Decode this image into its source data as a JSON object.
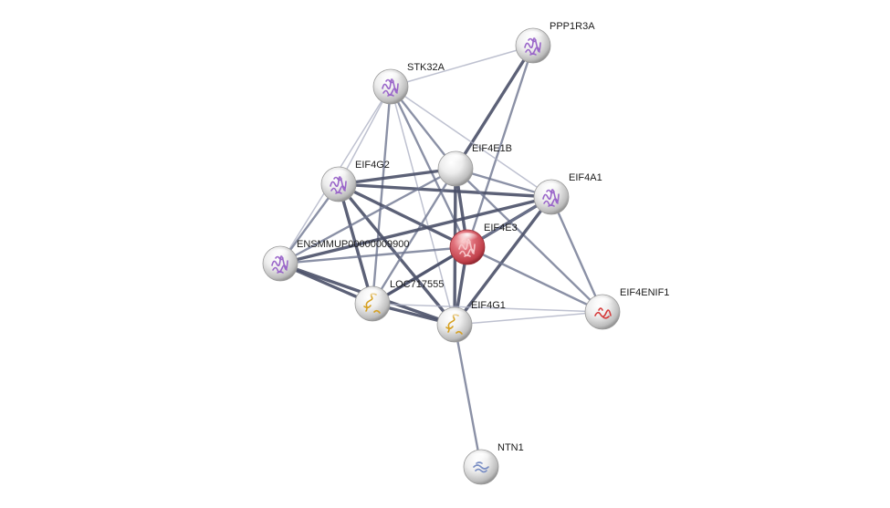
{
  "network": {
    "nodes": [
      {
        "id": "PPP1R3A",
        "label": "PPP1R3A",
        "style": "structure-purple"
      },
      {
        "id": "STK32A",
        "label": "STK32A",
        "style": "structure-purple"
      },
      {
        "id": "EIF4E1B",
        "label": "EIF4E1B",
        "style": "plain"
      },
      {
        "id": "EIF4G2",
        "label": "EIF4G2",
        "style": "structure-purple"
      },
      {
        "id": "EIF4A1",
        "label": "EIF4A1",
        "style": "structure-purple"
      },
      {
        "id": "EIF4E3",
        "label": "EIF4E3",
        "style": "query-red"
      },
      {
        "id": "ENSMMUP00000009900",
        "label": "ENSMMUP00000009900",
        "style": "structure-purple"
      },
      {
        "id": "LOC717555",
        "label": "LOC717555",
        "style": "structure-yellow"
      },
      {
        "id": "EIF4G1",
        "label": "EIF4G1",
        "style": "structure-yellow"
      },
      {
        "id": "EIF4ENIF1",
        "label": "EIF4ENIF1",
        "style": "structure-red"
      },
      {
        "id": "NTN1",
        "label": "NTN1",
        "style": "structure-blue"
      }
    ],
    "edges": [
      {
        "source": "PPP1R3A",
        "target": "STK32A",
        "weight": 1
      },
      {
        "source": "PPP1R3A",
        "target": "EIF4E1B",
        "weight": 3
      },
      {
        "source": "PPP1R3A",
        "target": "EIF4E3",
        "weight": 2
      },
      {
        "source": "STK32A",
        "target": "EIF4G2",
        "weight": 1
      },
      {
        "source": "STK32A",
        "target": "ENSMMUP00000009900",
        "weight": 1
      },
      {
        "source": "STK32A",
        "target": "EIF4E1B",
        "weight": 2
      },
      {
        "source": "STK32A",
        "target": "EIF4A1",
        "weight": 1
      },
      {
        "source": "STK32A",
        "target": "EIF4E3",
        "weight": 2
      },
      {
        "source": "STK32A",
        "target": "LOC717555",
        "weight": 2
      },
      {
        "source": "STK32A",
        "target": "EIF4G1",
        "weight": 1
      },
      {
        "source": "EIF4G2",
        "target": "EIF4E1B",
        "weight": 3
      },
      {
        "source": "EIF4G2",
        "target": "EIF4A1",
        "weight": 3
      },
      {
        "source": "EIF4G2",
        "target": "EIF4E3",
        "weight": 3
      },
      {
        "source": "EIF4G2",
        "target": "ENSMMUP00000009900",
        "weight": 2
      },
      {
        "source": "EIF4G2",
        "target": "LOC717555",
        "weight": 3
      },
      {
        "source": "EIF4G2",
        "target": "EIF4G1",
        "weight": 3
      },
      {
        "source": "EIF4E1B",
        "target": "EIF4A1",
        "weight": 2
      },
      {
        "source": "EIF4E1B",
        "target": "EIF4E3",
        "weight": 3
      },
      {
        "source": "EIF4E1B",
        "target": "ENSMMUP00000009900",
        "weight": 2
      },
      {
        "source": "EIF4E1B",
        "target": "LOC717555",
        "weight": 2
      },
      {
        "source": "EIF4E1B",
        "target": "EIF4G1",
        "weight": 3
      },
      {
        "source": "EIF4E1B",
        "target": "EIF4ENIF1",
        "weight": 2
      },
      {
        "source": "EIF4A1",
        "target": "EIF4E3",
        "weight": 3
      },
      {
        "source": "EIF4A1",
        "target": "ENSMMUP00000009900",
        "weight": 3
      },
      {
        "source": "EIF4A1",
        "target": "EIF4G1",
        "weight": 3
      },
      {
        "source": "EIF4A1",
        "target": "LOC717555",
        "weight": 2
      },
      {
        "source": "EIF4A1",
        "target": "EIF4ENIF1",
        "weight": 2
      },
      {
        "source": "EIF4E3",
        "target": "ENSMMUP00000009900",
        "weight": 2
      },
      {
        "source": "EIF4E3",
        "target": "LOC717555",
        "weight": 3
      },
      {
        "source": "EIF4E3",
        "target": "EIF4G1",
        "weight": 3
      },
      {
        "source": "EIF4E3",
        "target": "EIF4ENIF1",
        "weight": 2
      },
      {
        "source": "ENSMMUP00000009900",
        "target": "LOC717555",
        "weight": 3
      },
      {
        "source": "ENSMMUP00000009900",
        "target": "EIF4G1",
        "weight": 3
      },
      {
        "source": "LOC717555",
        "target": "EIF4G1",
        "weight": 3
      },
      {
        "source": "LOC717555",
        "target": "EIF4ENIF1",
        "weight": 1
      },
      {
        "source": "EIF4G1",
        "target": "EIF4ENIF1",
        "weight": 1
      },
      {
        "source": "EIF4G1",
        "target": "NTN1",
        "weight": 2
      }
    ]
  },
  "colors": {
    "edge_strong": "#4a5068",
    "edge_medium": "#6e7590",
    "edge_weak": "#aeb2c4",
    "node_plain": "#e6e6e6",
    "node_query": "#d9585f",
    "structure_purple": "#9a66c9",
    "structure_yellow": "#d6a020",
    "structure_red": "#d63a3a",
    "structure_blue": "#7b8fc4"
  }
}
